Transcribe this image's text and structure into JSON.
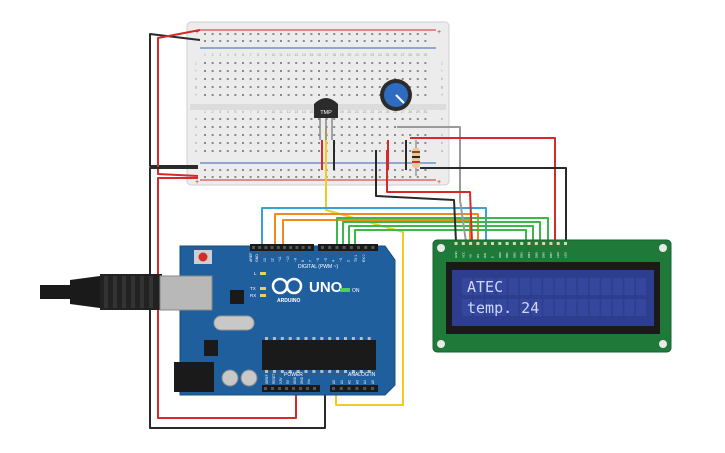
{
  "colors": {
    "board": "#1f5f9e",
    "breadboard": "#ececec",
    "lcd_pcb": "#1f7a3a",
    "lcd_screen": "#2d3e8e",
    "lcd_text": "#cfd6ff",
    "wire_red": "#d42a2a",
    "wire_black": "#2a2a2a",
    "wire_green": "#3cb84a",
    "wire_orange": "#f08a1c",
    "wire_blue": "#3aa0d8",
    "wire_yellow": "#f0cc20",
    "wire_gray": "#9a9a9a"
  },
  "arduino": {
    "logo_text": "UNO",
    "brand": "ARDUINO",
    "digital_label": "DIGITAL (PWM ~)",
    "analog_label": "ANALOG IN",
    "power_label": "POWER",
    "on_label": "ON",
    "tx_label": "TX",
    "rx_label": "RX",
    "l_label": "L",
    "aref_label": "AREF",
    "gnd_label": "GND",
    "digital_pins": [
      "13",
      "12",
      "~11",
      "~10",
      "~9",
      "8",
      "7",
      "~6",
      "~5",
      "4",
      "~3",
      "2",
      "TX 1",
      "RX 0"
    ],
    "power_pins": [
      "IOREF",
      "RESET",
      "3.3V",
      "5V",
      "GND",
      "GND",
      "Vin"
    ],
    "analog_pins": [
      "A0",
      "A1",
      "A2",
      "A3",
      "A4",
      "A5"
    ]
  },
  "sensor": {
    "label": "TMP"
  },
  "lcd": {
    "line1": "ATEC",
    "line2": "temp. 24",
    "pin_labels": [
      "GND",
      "VCC",
      "V0",
      "RS",
      "RW",
      "E",
      "DB0",
      "DB1",
      "DB2",
      "DB3",
      "DB4",
      "DB5",
      "DB6",
      "DB7",
      "LED",
      "LED"
    ]
  },
  "breadboard": {
    "column_numbers": [
      "1",
      "2",
      "3",
      "4",
      "5",
      "6",
      "7",
      "8",
      "9",
      "10",
      "11",
      "12",
      "13",
      "14",
      "15",
      "16",
      "17",
      "18",
      "19",
      "20",
      "21",
      "22",
      "23",
      "24",
      "25",
      "26",
      "27",
      "28",
      "29",
      "30"
    ],
    "row_letters_top": [
      "j",
      "i",
      "h",
      "g",
      "f"
    ],
    "row_letters_bottom": [
      "e",
      "d",
      "c",
      "b",
      "a"
    ]
  }
}
